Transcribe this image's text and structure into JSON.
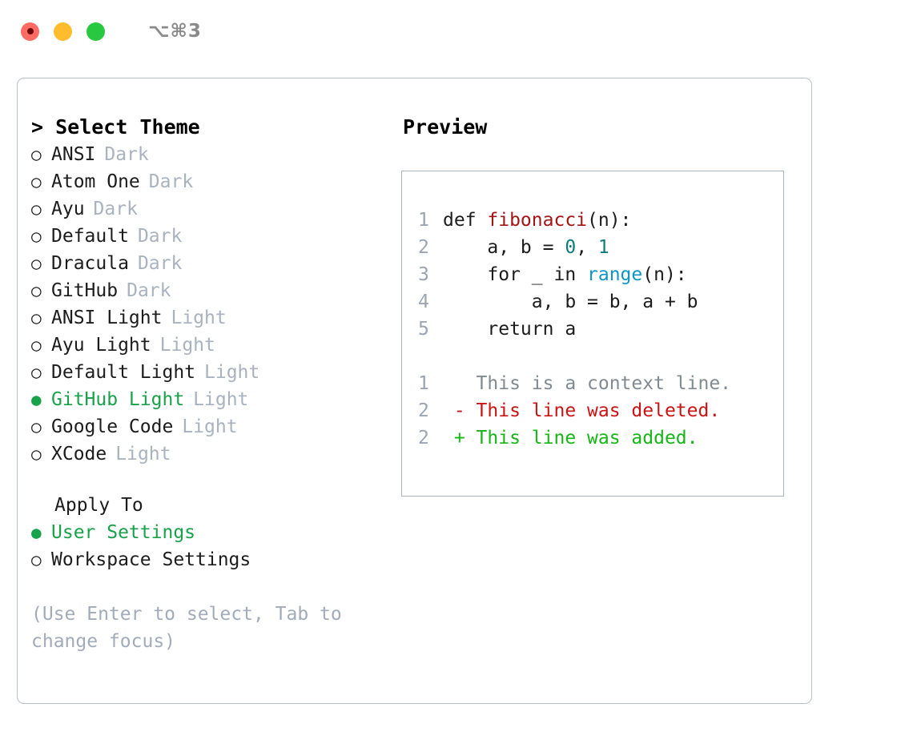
{
  "window": {
    "shortcut": "⌥⌘3",
    "dots": [
      {
        "name": "close",
        "color": "#ff6b63"
      },
      {
        "name": "minimize",
        "color": "#ffbd2e"
      },
      {
        "name": "maximize",
        "color": "#28c840"
      }
    ]
  },
  "theme_selector": {
    "heading": "> Select Theme",
    "items": [
      {
        "name": "ANSI",
        "variant": "Dark",
        "selected": false
      },
      {
        "name": "Atom One",
        "variant": "Dark",
        "selected": false
      },
      {
        "name": "Ayu",
        "variant": "Dark",
        "selected": false
      },
      {
        "name": "Default",
        "variant": "Dark",
        "selected": false
      },
      {
        "name": "Dracula",
        "variant": "Dark",
        "selected": false
      },
      {
        "name": "GitHub",
        "variant": "Dark",
        "selected": false
      },
      {
        "name": "ANSI Light",
        "variant": "Light",
        "selected": false
      },
      {
        "name": "Ayu Light",
        "variant": "Light",
        "selected": false
      },
      {
        "name": "Default Light",
        "variant": "Light",
        "selected": false
      },
      {
        "name": "GitHub Light",
        "variant": "Light",
        "selected": true
      },
      {
        "name": "Google Code",
        "variant": "Light",
        "selected": false
      },
      {
        "name": "XCode",
        "variant": "Light",
        "selected": false
      }
    ]
  },
  "apply_to": {
    "label": "Apply To",
    "options": [
      {
        "name": "User Settings",
        "selected": true
      },
      {
        "name": "Workspace Settings",
        "selected": false
      }
    ]
  },
  "hint": "(Use Enter to select, Tab to change focus)",
  "bullets": {
    "selected": "●",
    "unselected": "○"
  },
  "preview": {
    "title": "Preview",
    "code_lines": [
      {
        "num": "1",
        "tokens": [
          {
            "t": "def ",
            "c": "plain"
          },
          {
            "t": "fibonacci",
            "c": "fn"
          },
          {
            "t": "(n):",
            "c": "plain"
          }
        ]
      },
      {
        "num": "2",
        "tokens": [
          {
            "t": "    a, b = ",
            "c": "plain"
          },
          {
            "t": "0",
            "c": "num"
          },
          {
            "t": ", ",
            "c": "plain"
          },
          {
            "t": "1",
            "c": "num"
          }
        ]
      },
      {
        "num": "3",
        "tokens": [
          {
            "t": "    for _ in ",
            "c": "plain"
          },
          {
            "t": "range",
            "c": "call"
          },
          {
            "t": "(n):",
            "c": "plain"
          }
        ]
      },
      {
        "num": "4",
        "tokens": [
          {
            "t": "        a, b = b, a + b",
            "c": "plain"
          }
        ]
      },
      {
        "num": "5",
        "tokens": [
          {
            "t": "    return a",
            "c": "plain"
          }
        ]
      }
    ],
    "diff_lines": [
      {
        "num": "1",
        "marker": "  ",
        "text": "This is a context line.",
        "kind": "context"
      },
      {
        "num": "2",
        "marker": "- ",
        "text": "This line was deleted.",
        "kind": "deleted"
      },
      {
        "num": "2",
        "marker": "+ ",
        "text": "This line was added.",
        "kind": "added"
      }
    ]
  },
  "colors": {
    "accent_green": "#18a24a",
    "muted": "#a9b2bf",
    "fn": "#a31515",
    "num": "#0e7c7b",
    "call": "#0b95c8",
    "diff_deleted": "#cc1313",
    "diff_added": "#15b615",
    "diff_context": "#808a91"
  }
}
